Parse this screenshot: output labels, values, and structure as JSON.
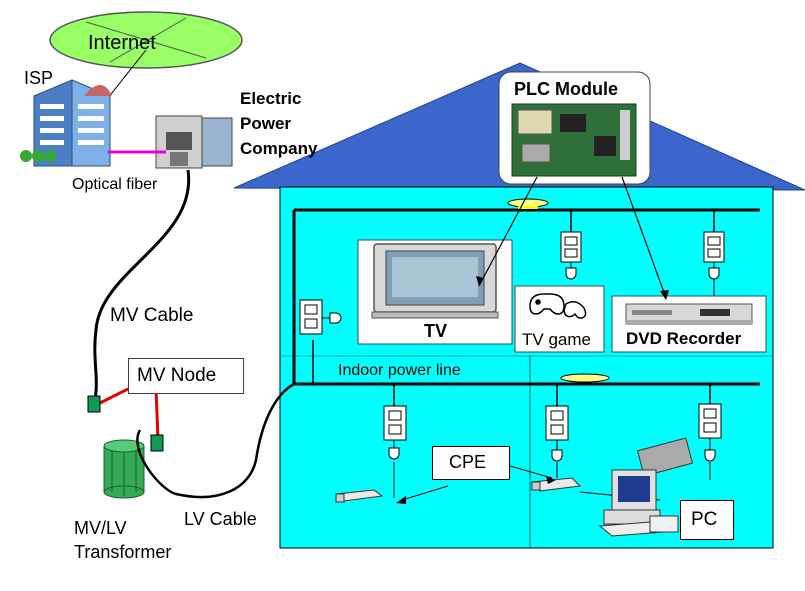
{
  "labels": {
    "internet": "Internet",
    "isp": "ISP",
    "electric_power_company": [
      "Electric",
      "Power",
      "Company"
    ],
    "optical_fiber": "Optical fiber",
    "mv_cable": "MV Cable",
    "mv_node": "MV Node",
    "mv_lv_transformer": [
      "MV/LV",
      "Transformer"
    ],
    "lv_cable": "LV Cable",
    "plc_module": "PLC Module",
    "tv": "TV",
    "tv_game": "TV game",
    "dvd_recorder": "DVD Recorder",
    "indoor_power_line": "Indoor power line",
    "cpe": "CPE",
    "pc": "PC"
  },
  "colors": {
    "house_interior": "#00ffff",
    "roof": "#3b66cc",
    "internet_cloud": "#99ff66",
    "mv_node_link": "#e00000",
    "optical_fiber": "#e000e0",
    "transformer": "#33aa55",
    "node_box": "#119955"
  }
}
